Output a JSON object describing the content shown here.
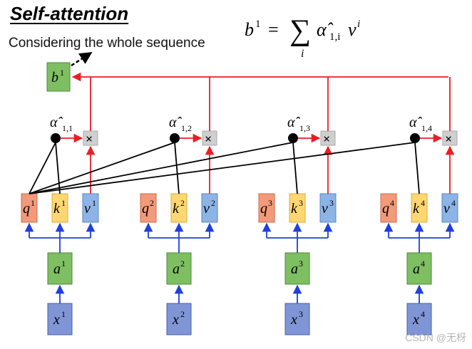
{
  "title": "Self-attention",
  "subtitle": "Considering the whole sequence",
  "formula": {
    "lhs_base": "b",
    "lhs_sup": "1",
    "equals": "=",
    "sum": "∑",
    "sum_index": "i",
    "term_base": "α̂",
    "term_sub": "1,i",
    "v_base": "v",
    "v_sup": "i"
  },
  "output": {
    "base": "b",
    "sup": "1"
  },
  "multiply_symbol": "×",
  "columns": [
    {
      "alpha_base": "α̂",
      "alpha_sub": "1,1",
      "q_sup": "1",
      "k_sup": "1",
      "v_sup": "1",
      "a_sup": "1",
      "x_sup": "1"
    },
    {
      "alpha_base": "α̂",
      "alpha_sub": "1,2",
      "q_sup": "2",
      "k_sup": "2",
      "v_sup": "2",
      "a_sup": "2",
      "x_sup": "2"
    },
    {
      "alpha_base": "α̂",
      "alpha_sub": "1,3",
      "q_sup": "3",
      "k_sup": "3",
      "v_sup": "3",
      "a_sup": "3",
      "x_sup": "3"
    },
    {
      "alpha_base": "α̂",
      "alpha_sub": "1,4",
      "q_sup": "4",
      "k_sup": "4",
      "v_sup": "4",
      "a_sup": "4",
      "x_sup": "4"
    }
  ],
  "box_letters": {
    "q": "q",
    "k": "k",
    "v": "v",
    "a": "a",
    "x": "x"
  },
  "watermark": "CSDN @无枒",
  "colors": {
    "red": "#ee1c24",
    "blue": "#1f3fe0",
    "green_fill": "#7ebf62",
    "green_stroke": "#4e8a3a",
    "q_fill": "#f29a79",
    "q_stroke": "#cc6b4b",
    "k_fill": "#ffd772",
    "k_stroke": "#d9ab38",
    "v_fill": "#8db4e6",
    "v_stroke": "#5a86c2",
    "x_fill": "#7f95d6",
    "x_stroke": "#4a5fa8",
    "mult_fill": "#cfcfcf"
  }
}
